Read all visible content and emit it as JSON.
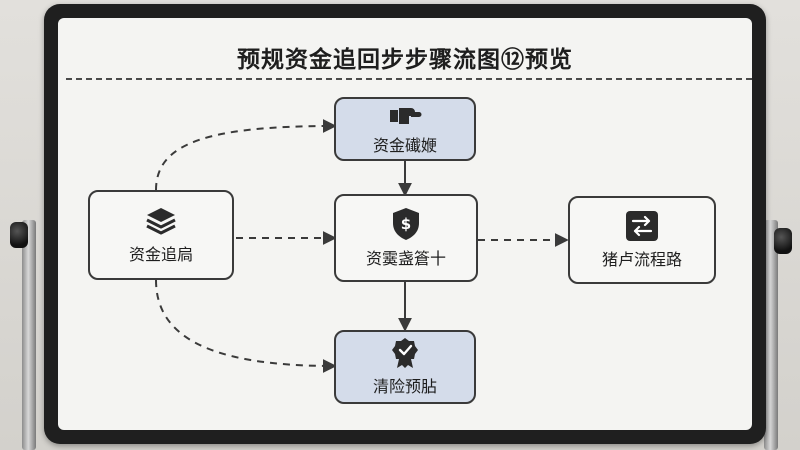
{
  "title": "预规资金追回步步骤流图⑫预览",
  "nodes": {
    "top": {
      "label": "资金䃱㛹",
      "icon": "hand-pointing-icon"
    },
    "left": {
      "label": "资金追扃",
      "icon": "stack-layers-icon"
    },
    "center": {
      "label": "资霙盏篬十",
      "icon": "dollar-shield-icon"
    },
    "right": {
      "label": "猪卢流程路",
      "icon": "transfer-arrows-icon"
    },
    "bottom": {
      "label": "清险预胋",
      "icon": "verified-badge-icon"
    }
  },
  "colors": {
    "highlight_node": "#d4dcea",
    "plain_node": "#f7f7f5",
    "stroke": "#3a3a3a"
  }
}
